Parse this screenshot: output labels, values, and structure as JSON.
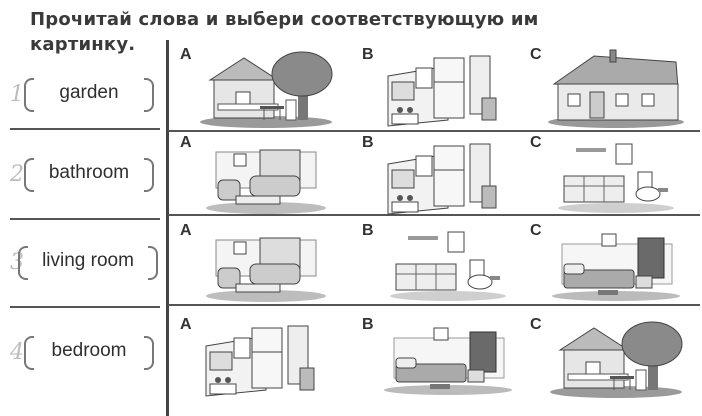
{
  "instruction": "Прочитай слова и выбери соответствующую им картинку.",
  "rows": [
    {
      "number": "1",
      "word": "garden",
      "options": [
        {
          "letter": "A",
          "picture": "garden-picture"
        },
        {
          "letter": "B",
          "picture": "kitchen-picture"
        },
        {
          "letter": "C",
          "picture": "house-picture"
        }
      ]
    },
    {
      "number": "2",
      "word": "bathroom",
      "options": [
        {
          "letter": "A",
          "picture": "living-room-picture"
        },
        {
          "letter": "B",
          "picture": "kitchen-picture"
        },
        {
          "letter": "C",
          "picture": "bathroom-picture"
        }
      ]
    },
    {
      "number": "3",
      "word": "living room",
      "options": [
        {
          "letter": "A",
          "picture": "living-room-picture"
        },
        {
          "letter": "B",
          "picture": "bathroom-picture"
        },
        {
          "letter": "C",
          "picture": "bedroom-picture"
        }
      ]
    },
    {
      "number": "4",
      "word": "bedroom",
      "options": [
        {
          "letter": "A",
          "picture": "kitchen-picture"
        },
        {
          "letter": "B",
          "picture": "bedroom-picture"
        },
        {
          "letter": "C",
          "picture": "garden-picture"
        }
      ]
    }
  ]
}
